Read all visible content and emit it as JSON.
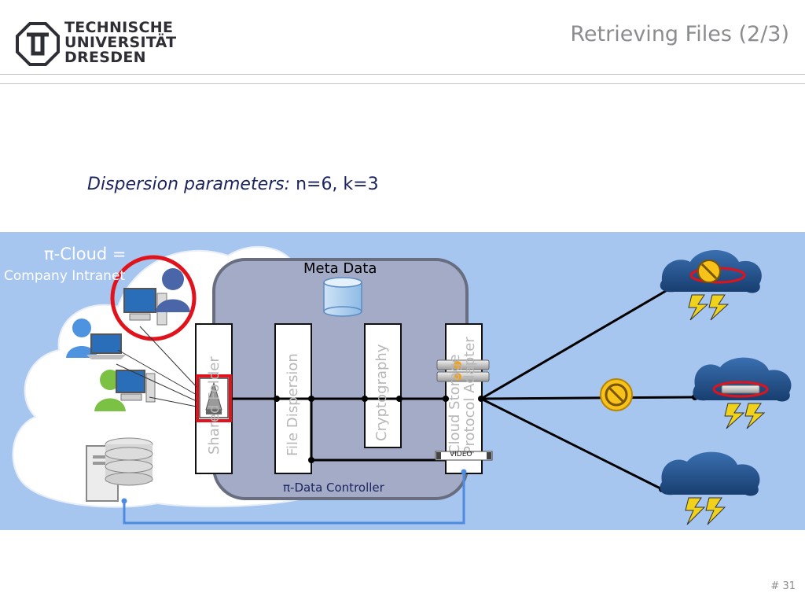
{
  "header": {
    "logo": {
      "line1": "TECHNISCHE",
      "line2": "UNIVERSITÄT",
      "line3": "DRESDEN"
    },
    "title": "Retrieving Files (2/3)"
  },
  "params": {
    "label": "Dispersion parameters:",
    "value": "n=6, k=3"
  },
  "cloud": {
    "title": "π-Cloud =",
    "subtitle": "Company Intranet"
  },
  "controller": {
    "meta_label": "Meta Data",
    "name": "π-Data Controller",
    "columns": [
      "Shared Folder",
      "File Dispersion",
      "Cryptography",
      "Cloud Storage",
      "Protocol Adapter"
    ]
  },
  "icons": {
    "video_label": "VIDEO"
  },
  "colors": {
    "band": "#a7c6ef",
    "controller": "#a3abc6",
    "highlight_red": "#e0121b",
    "storm_cloud": "#1f4f86"
  },
  "footer": {
    "page": "# 31"
  }
}
